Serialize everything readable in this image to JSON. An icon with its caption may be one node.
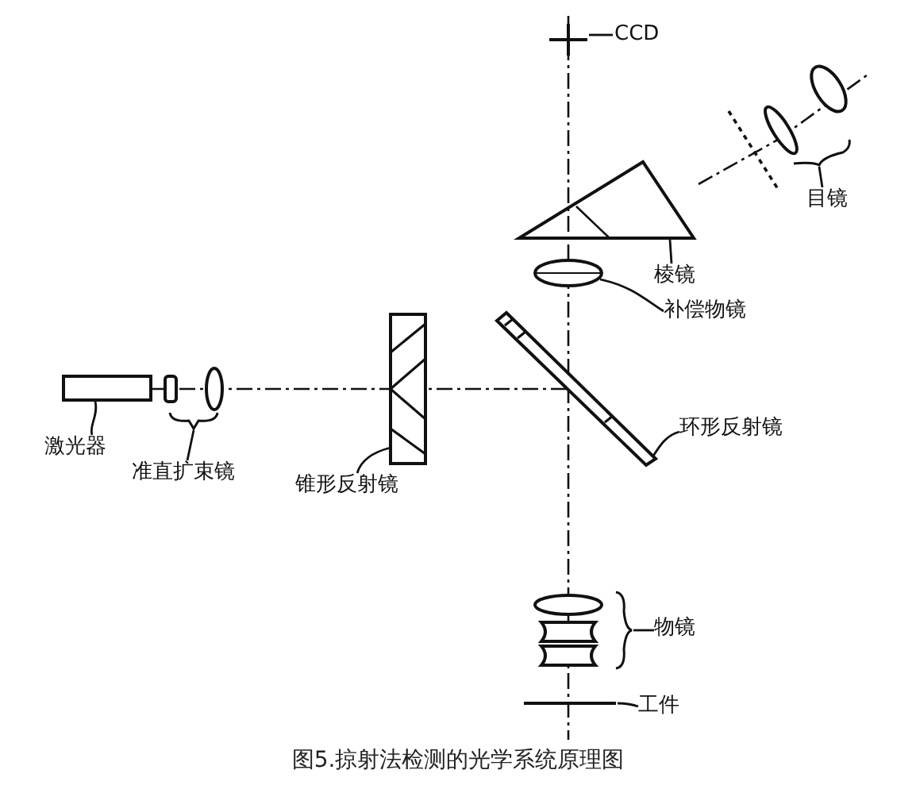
{
  "diagram": {
    "caption": "图5.掠射法检测的光学系统原理图",
    "nodes": [
      {
        "text": [
          "激光器"
        ]
      },
      {
        "text": [],
        "shape": "box"
      },
      {
        "text": [
          "准直扩束镜"
        ]
      },
      {
        "text": [],
        "shape": "lens"
      },
      {
        "text": [
          "锥形反射镜"
        ]
      },
      {
        "text": [],
        "shape": "mirror"
      },
      {
        "text": [
          "环形反射镜"
        ]
      },
      {
        "text": [],
        "shape": "mirror"
      },
      {
        "text": [
          "补偿物镜"
        ]
      },
      {
        "text": [],
        "shape": "lens"
      },
      {
        "text": [
          "棱镜"
        ]
      },
      {
        "text": [],
        "shape": "prism"
      },
      {
        "text": [
          "目镜"
        ]
      },
      {
        "text": [],
        "shape": "lens"
      },
      {
        "text": [
          "CCD"
        ]
      },
      {
        "text": [],
        "shape": "cross"
      },
      {
        "text": [
          "物镜"
        ]
      },
      {
        "text": [],
        "shape": "lens"
      },
      {
        "text": [
          "工件"
        ]
      },
      {
        "text": [],
        "shape": "line"
      }
    ],
    "edges": [
      {
        "from": 0,
        "to": 1,
        "arrow": "none"
      },
      {
        "from": 2,
        "to": 3,
        "arrow": "none"
      },
      {
        "from": 4,
        "to": 5,
        "arrow": "none"
      },
      {
        "from": 6,
        "to": 7,
        "arrow": "none"
      },
      {
        "from": 8,
        "to": 9,
        "arrow": "none"
      },
      {
        "from": 10,
        "to": 11,
        "arrow": "none"
      },
      {
        "from": 12,
        "to": 13,
        "arrow": "none"
      },
      {
        "from": 14,
        "to": 15,
        "arrow": "none"
      },
      {
        "from": 16,
        "to": 17,
        "arrow": "none"
      },
      {
        "from": 18,
        "to": 19,
        "arrow": "none"
      }
    ]
  }
}
